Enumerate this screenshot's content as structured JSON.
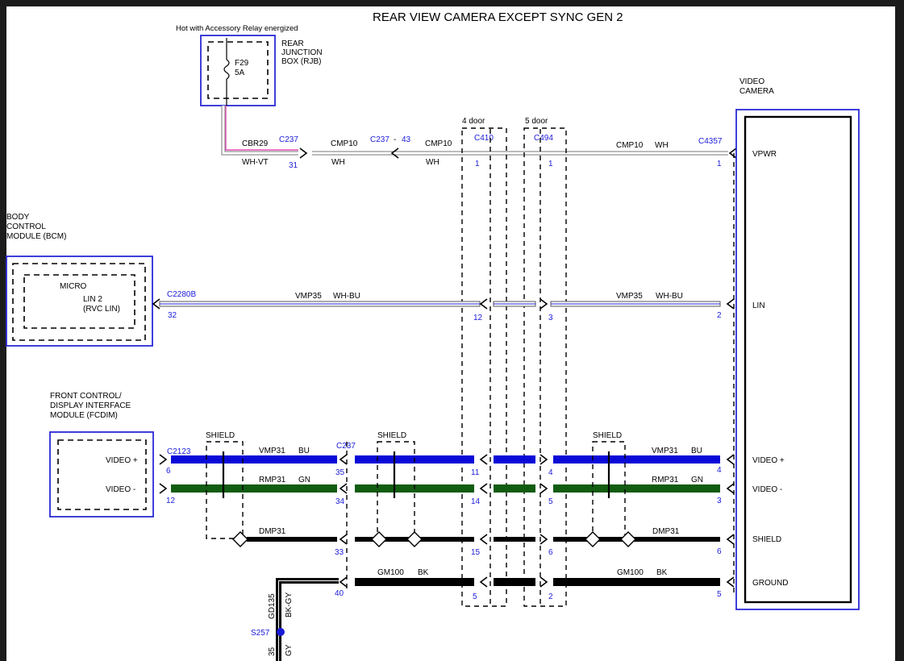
{
  "title": "REAR VIEW CAMERA EXCEPT SYNC GEN 2",
  "colors": {
    "module_border": "#2a2ad6",
    "connector_blue": "#1a1ad8",
    "video_plus": "#0a0ad8",
    "video_minus": "#125c12",
    "ground": "#000000",
    "power_pink": "#e04fb4",
    "frame": "#1b1b1b"
  },
  "rjb": {
    "note": "Hot with Accessory Relay energized",
    "name_l1": "REAR",
    "name_l2": "JUNCTION",
    "name_l3": "BOX (RJB)",
    "fuse_id": "F29",
    "fuse_rating": "5A"
  },
  "camera": {
    "name_l1": "VIDEO",
    "name_l2": "CAMERA",
    "pins": {
      "vpwr": "VPWR",
      "lin": "LIN",
      "video_plus": "VIDEO +",
      "video_minus": "VIDEO -",
      "shield": "SHIELD",
      "ground": "GROUND"
    }
  },
  "bcm": {
    "name_l1": "BODY",
    "name_l2": "CONTROL",
    "name_l3": "MODULE (BCM)",
    "inner": "MICRO",
    "pin_l1": "LIN 2",
    "pin_l2": "(RVC LIN)"
  },
  "fcdim": {
    "name_l1": "FRONT CONTROL/",
    "name_l2": "DISPLAY INTERFACE",
    "name_l3": "MODULE (FCDIM)",
    "pin_vplus": "VIDEO +",
    "pin_vminus": "VIDEO -"
  },
  "doors": {
    "four": "4 door",
    "five": "5 door"
  },
  "shield_label": "SHIELD",
  "power_circuit": {
    "cbr29": "CBR29",
    "wh_vt": "WH-VT",
    "c237": "C237",
    "pin31": "31",
    "cmp10_a": "CMP10",
    "wh_a": "WH",
    "c237_43": "C237",
    "dash": "-",
    "pin43": "43",
    "cmp10_b": "CMP10",
    "wh_b": "WH",
    "c410": "C410",
    "c410_pin": "1",
    "c494": "C494",
    "c494_pin": "1",
    "cmp10_c": "CMP10",
    "wh_c": "WH",
    "c4357": "C4357",
    "c4357_pin": "1"
  },
  "lin_circuit": {
    "c2280b": "C2280B",
    "pin32": "32",
    "vmp35_a": "VMP35",
    "whbu_a": "WH-BU",
    "pin12": "12",
    "pin3": "3",
    "vmp35_b": "VMP35",
    "whbu_b": "WH-BU",
    "pin2": "2"
  },
  "video_circuit": {
    "c2123": "C2123",
    "pin6": "6",
    "pin12": "12",
    "vmp31_a": "VMP31",
    "bu_a": "BU",
    "rmp31_a": "RMP31",
    "gn_a": "GN",
    "c237": "C237",
    "pin35": "35",
    "pin34": "34",
    "pin11": "11",
    "pin14": "14",
    "pin4_door": "4",
    "pin5_door": "5",
    "vmp31_b": "VMP31",
    "bu_b": "BU",
    "rmp31_b": "RMP31",
    "gn_b": "GN",
    "pin4_cam": "4",
    "pin3_cam": "3"
  },
  "shield_circuit": {
    "dmp31_a": "DMP31",
    "pin33": "33",
    "pin15": "15",
    "pin6_door": "6",
    "dmp31_b": "DMP31",
    "pin6_cam": "6"
  },
  "ground_circuit": {
    "gm100_a": "GM100",
    "bk_a": "BK",
    "pin40": "40",
    "pin5_door": "5",
    "pin2_door": "2",
    "gm100_b": "GM100",
    "bk_b": "BK",
    "pin5_cam": "5",
    "gd135": "GD135",
    "bk_gy": "BK-GY",
    "s257": "S257",
    "gd135_cut": "35",
    "bk_gy_cut": "GY"
  }
}
